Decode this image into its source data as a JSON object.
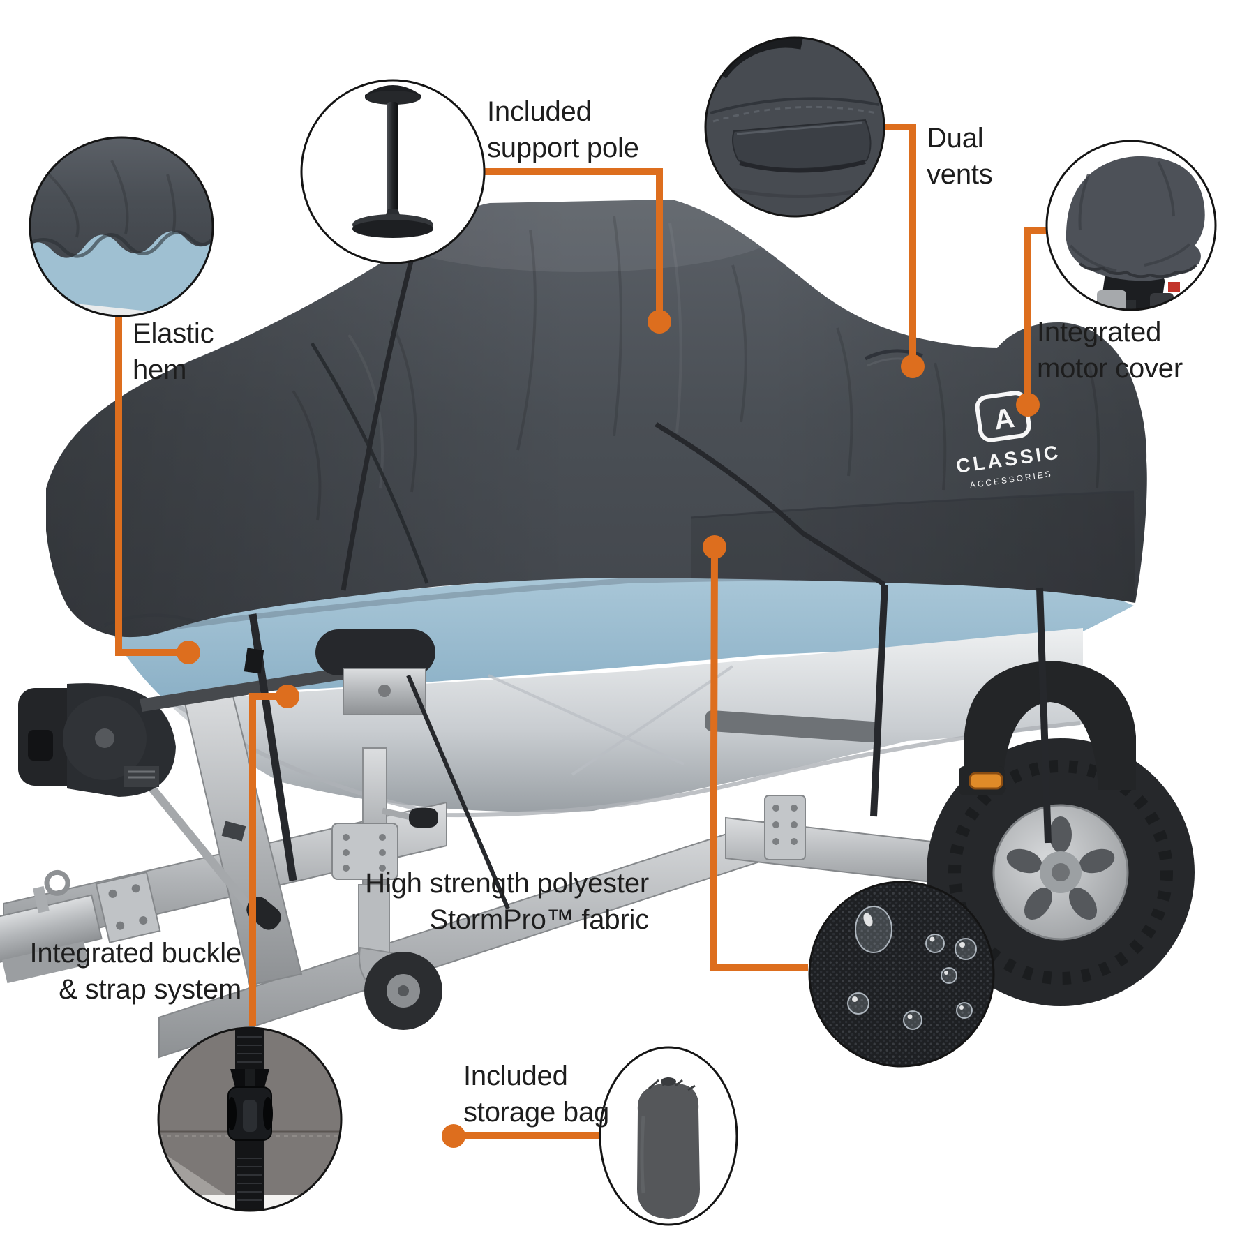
{
  "title": "StormPro boat cover feature infographic",
  "colors": {
    "accent": "#DD6E1E",
    "cover_grey": "#484D53",
    "hull_blue": "#93B7CC",
    "hull_white": "#D9DCDE",
    "trailer_silver": "#B7BABD",
    "strap_black": "#1A1C1E",
    "text": "#1D1D1D",
    "background": "#FFFFFF",
    "logo": "#FFFFFF"
  },
  "callouts": {
    "elastic_hem": {
      "line1": "Elastic",
      "line2": "hem"
    },
    "support_pole": {
      "line1": "Included",
      "line2": "support pole"
    },
    "dual_vents": {
      "line1": "Dual",
      "line2": "vents"
    },
    "motor_cover": {
      "line1": "Integrated",
      "line2": "motor cover"
    },
    "buckle_strap": {
      "line1": "Integrated buckle",
      "line2": "& strap system"
    },
    "storage_bag": {
      "line1": "Included",
      "line2": "storage bag"
    },
    "fabric": {
      "line1": "High strength polyester",
      "line2": "StormPro™ fabric"
    }
  },
  "logo": {
    "brand": "CLASSIC",
    "sub": "ACCESSORIES",
    "monogram": "A"
  }
}
